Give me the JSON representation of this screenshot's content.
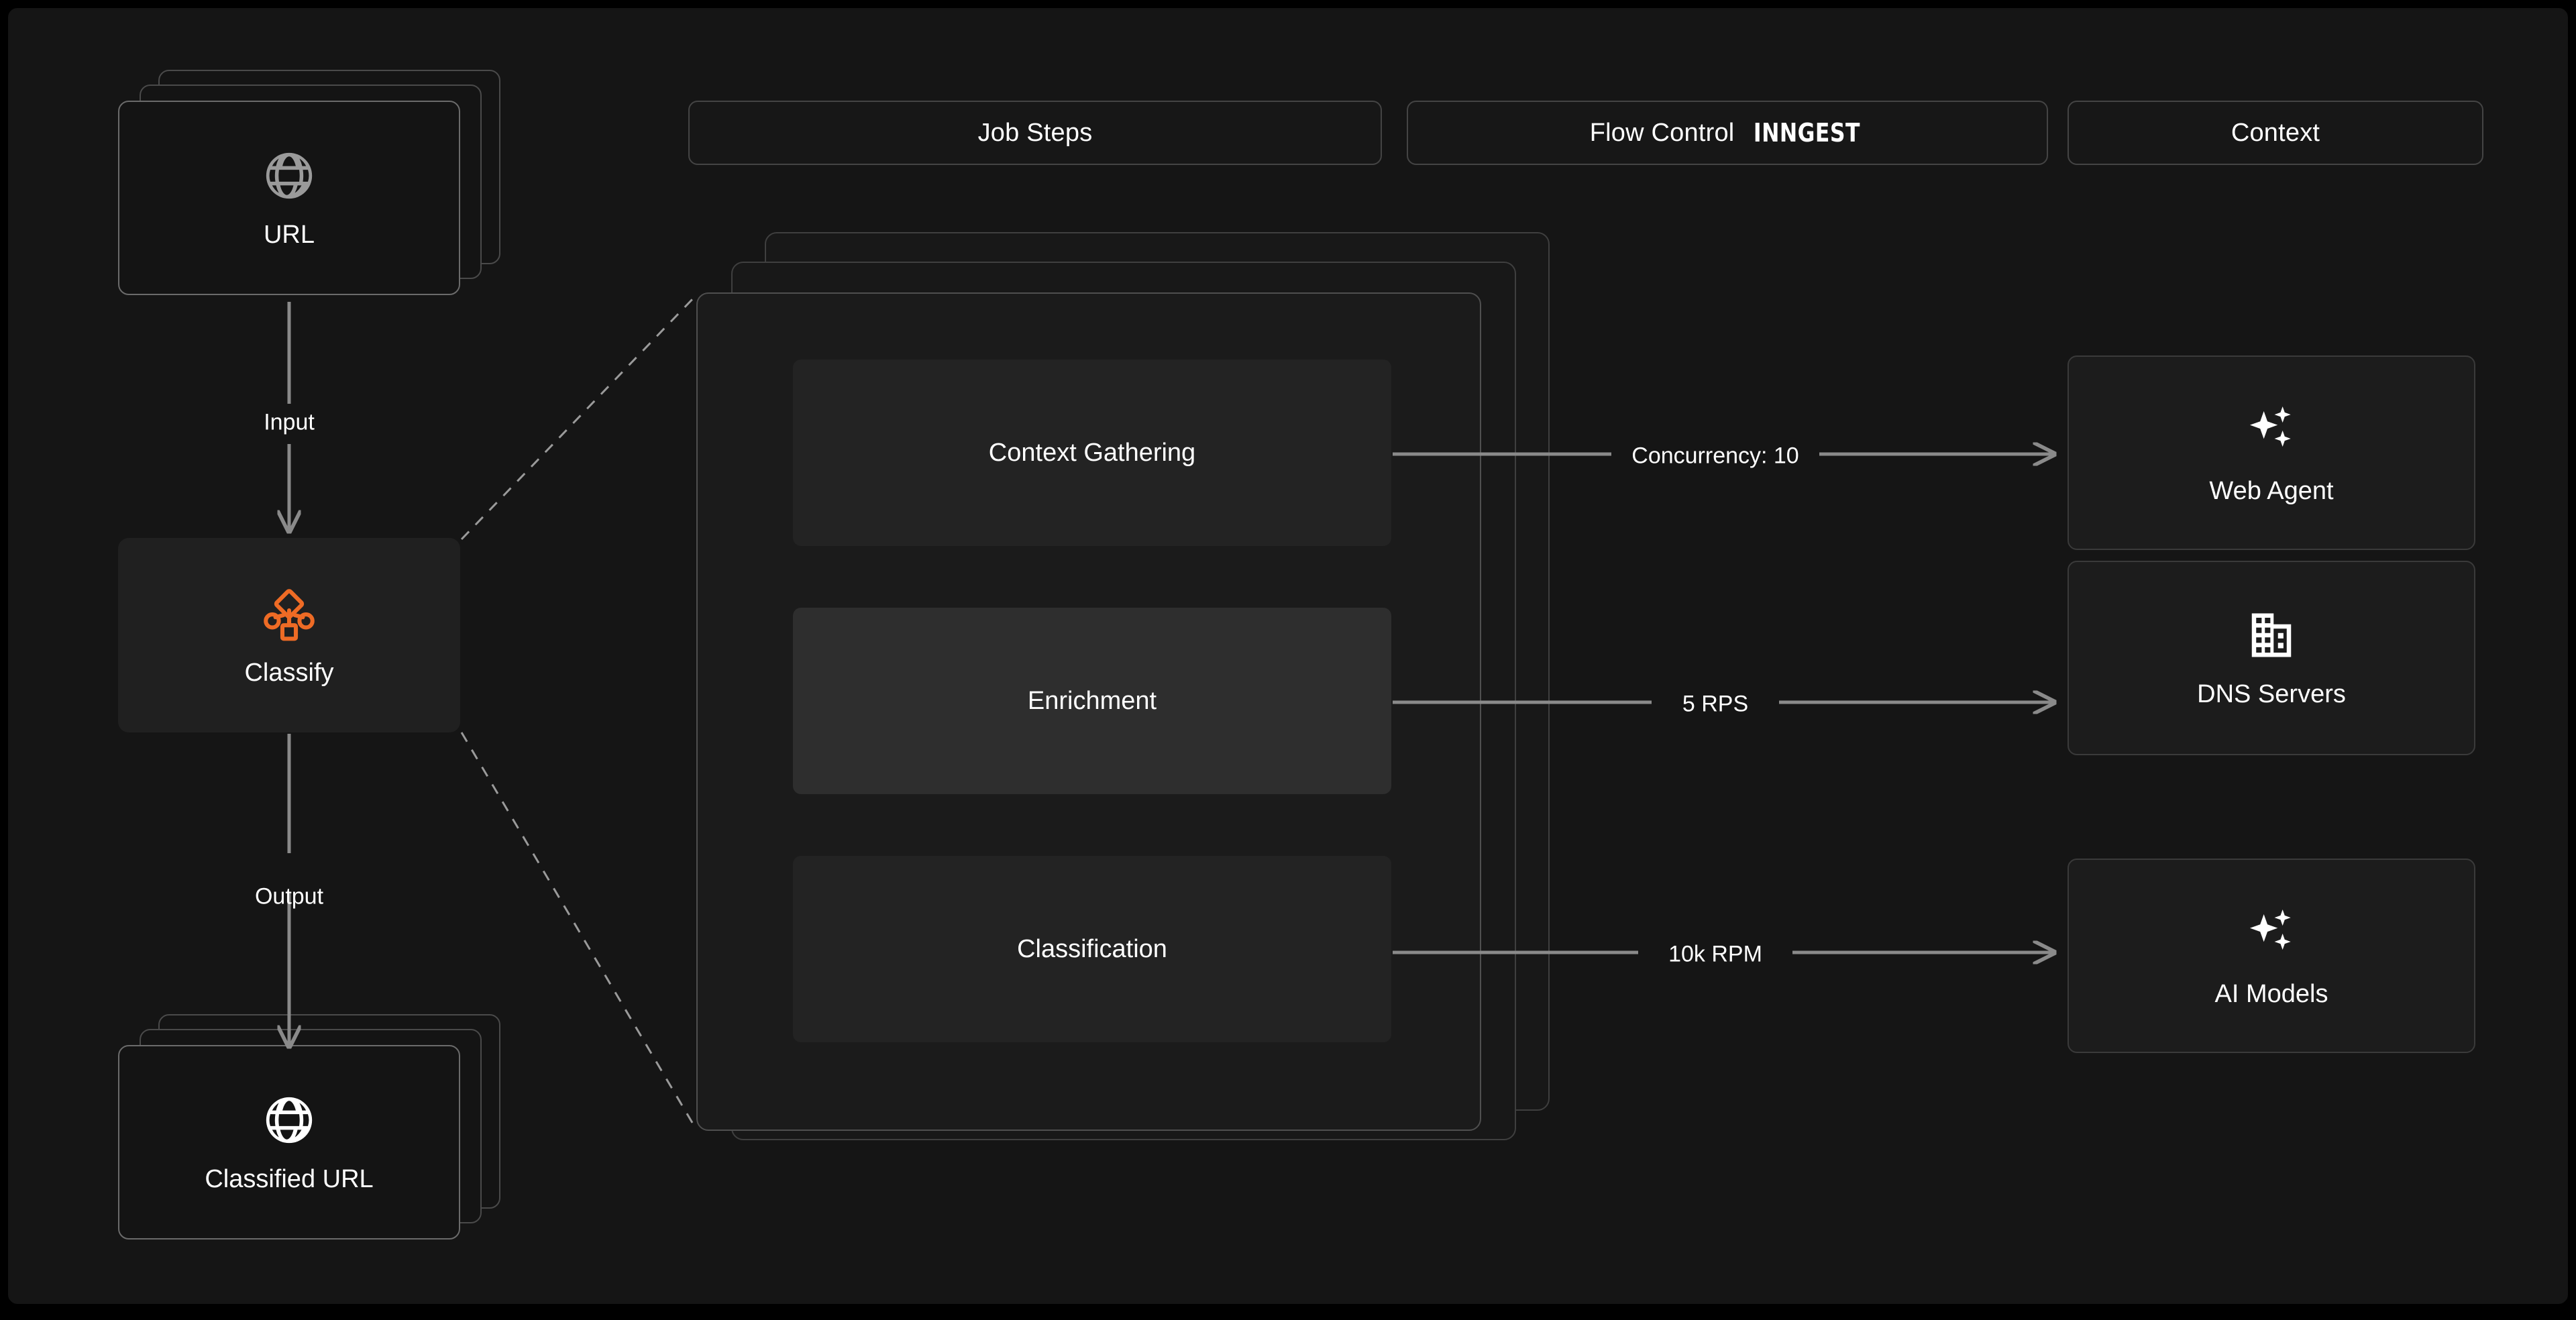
{
  "theme": {
    "background": "#151515",
    "card_bg": "#1a1a1a",
    "border": "#3a3a3a",
    "accent_orange": "#EE6B25",
    "text": "#ffffff",
    "line": "#8a8a8a"
  },
  "headers": [
    {
      "label": "Job Steps",
      "brand": ""
    },
    {
      "label": "Flow Control",
      "brand": "INNGEST"
    },
    {
      "label": "Context",
      "brand": ""
    }
  ],
  "pipeline": {
    "input_node": {
      "label": "URL",
      "icon": "globe-icon"
    },
    "input_edge_label": "Input",
    "process_node": {
      "label": "Classify",
      "icon": "workflow-node-icon"
    },
    "output_edge_label": "Output",
    "output_node": {
      "label": "Classified URL",
      "icon": "globe-icon"
    }
  },
  "job_steps": [
    {
      "label": "Context Gathering",
      "highlighted": false
    },
    {
      "label": "Enrichment",
      "highlighted": true
    },
    {
      "label": "Classification",
      "highlighted": false
    }
  ],
  "flow_control": [
    {
      "label": "Concurrency: 10"
    },
    {
      "label": "5 RPS"
    },
    {
      "label": "10k RPM"
    }
  ],
  "context_cards": [
    {
      "label": "Web Agent",
      "icon": "sparkles-icon"
    },
    {
      "label": "DNS Servers",
      "icon": "building-icon"
    },
    {
      "label": "AI Models",
      "icon": "sparkles-icon"
    }
  ]
}
